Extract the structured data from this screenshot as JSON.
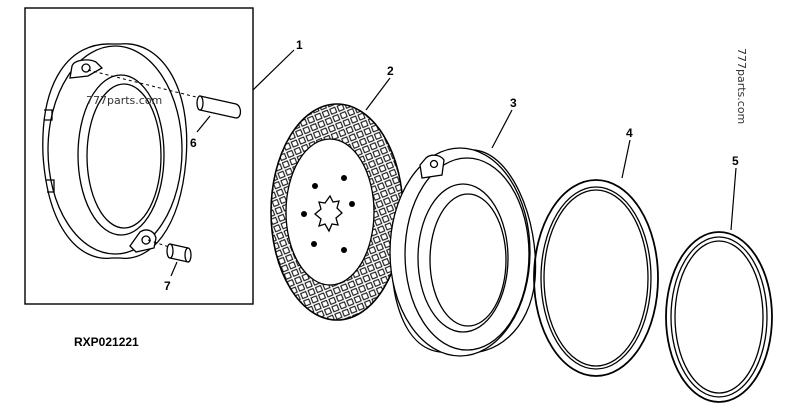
{
  "diagram": {
    "reference_code": "RXP021221",
    "watermarks": [
      "777parts.com",
      "777parts.com"
    ],
    "callouts": [
      {
        "id": "1",
        "part": "brake-housing-plate"
      },
      {
        "id": "2",
        "part": "friction-disk"
      },
      {
        "id": "3",
        "part": "brake-piston"
      },
      {
        "id": "4",
        "part": "large-seal-ring"
      },
      {
        "id": "5",
        "part": "small-seal-ring"
      },
      {
        "id": "6",
        "part": "upper-pin"
      },
      {
        "id": "7",
        "part": "lower-pin"
      }
    ]
  }
}
